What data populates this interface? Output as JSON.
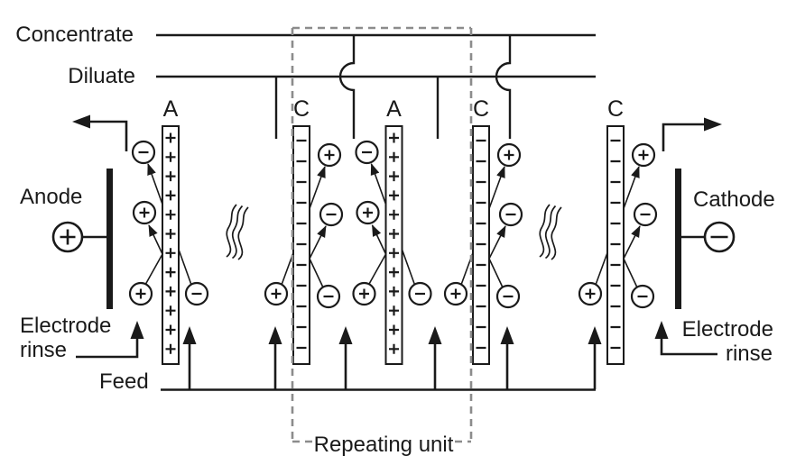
{
  "figure": {
    "type": "process-diagram",
    "subject": "electrodialysis-membrane-stack",
    "labels": {
      "concentrate": "Concentrate",
      "diluate": "Diluate",
      "feed": "Feed",
      "anode": "Anode",
      "cathode": "Cathode",
      "electrode_rinse_left": {
        "line1": "Electrode",
        "line2": "rinse"
      },
      "electrode_rinse_right": {
        "line1": "Electrode",
        "line2": "rinse"
      },
      "repeating_unit": "Repeating unit"
    },
    "symbols": {
      "cation": "+",
      "anion": "−",
      "anode_terminal": "+",
      "cathode_terminal": "−"
    },
    "membranes": [
      {
        "label": "A",
        "type": "anion-exchange-membrane",
        "fixed_charge": "+"
      },
      {
        "label": "C",
        "type": "cation-exchange-membrane",
        "fixed_charge": "−"
      },
      {
        "label": "A",
        "type": "anion-exchange-membrane",
        "fixed_charge": "+"
      },
      {
        "label": "C",
        "type": "cation-exchange-membrane",
        "fixed_charge": "−"
      },
      {
        "label": "C",
        "type": "cation-exchange-membrane",
        "fixed_charge": "−"
      }
    ],
    "colors": {
      "ink": "#1a1a1a",
      "repeating_unit_box": "#8c8c8c",
      "background": "#ffffff"
    }
  }
}
